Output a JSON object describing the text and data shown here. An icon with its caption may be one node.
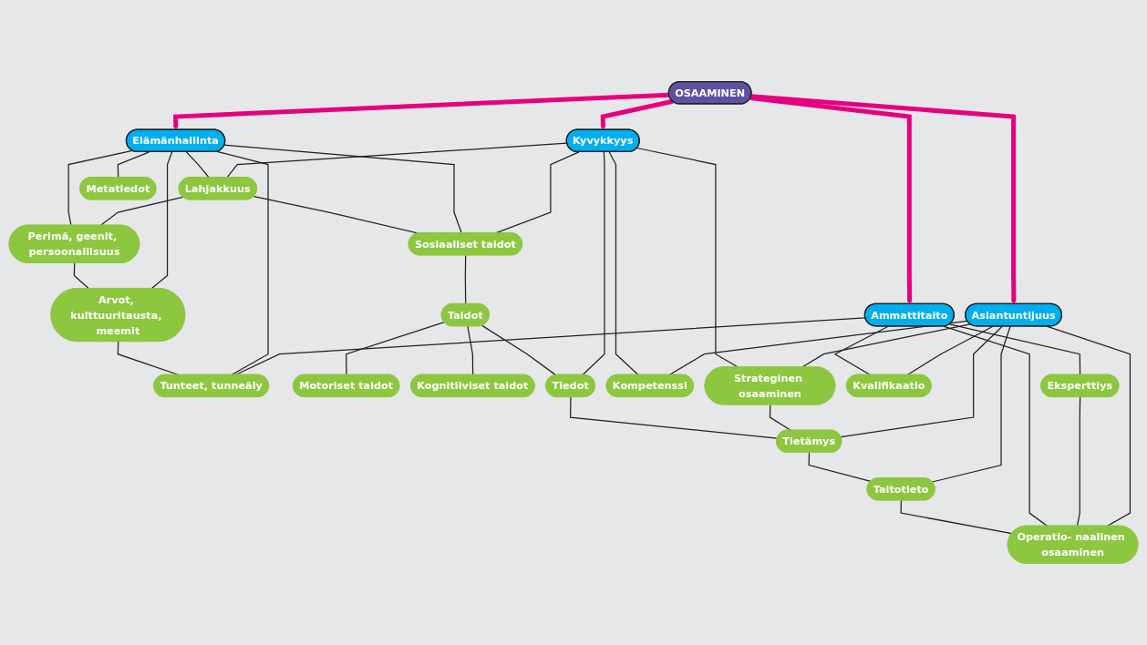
{
  "diagram": {
    "nodes": [
      {
        "text": [
          "OSAAMINEN"
        ]
      },
      {
        "text": [
          "Elämänhallinta"
        ]
      },
      {
        "text": [
          "Kyvykkyys"
        ]
      },
      {
        "text": [
          "Ammattitaito"
        ]
      },
      {
        "text": [
          "Asiantuntijuus"
        ]
      },
      {
        "text": [
          "Perimä, geenit, persoonallisuus"
        ]
      },
      {
        "text": [
          "Arvot, kulttuuritausta, meemit"
        ]
      },
      {
        "text": [
          "Lahjakkuus"
        ]
      },
      {
        "text": [
          "Sosiaaliset taidot"
        ]
      },
      {
        "text": [
          "Metatiedot"
        ]
      },
      {
        "text": [
          "Tunteet, tunneäly"
        ]
      },
      {
        "text": [
          "Taidot"
        ]
      },
      {
        "text": [
          "Motoriset taidot"
        ]
      },
      {
        "text": [
          "Kognitiiviset taidot"
        ]
      },
      {
        "text": [
          "Tiedot"
        ]
      },
      {
        "text": [
          "Kompetenssi"
        ]
      },
      {
        "text": [
          "Strateginen osaaminen"
        ]
      },
      {
        "text": [
          "Kvalifikaatio"
        ]
      },
      {
        "text": [
          "Eksperttiys"
        ]
      },
      {
        "text": [
          "Operatio- naalinen osaaminen"
        ]
      },
      {
        "text": [
          "Tietämys"
        ]
      },
      {
        "text": [
          "Taitotieto"
        ]
      }
    ],
    "edges": [
      {
        "from": 0,
        "to": 1,
        "arrow": "to",
        "style": "thick",
        "color": "#e6007e"
      },
      {
        "from": 0,
        "to": 2,
        "arrow": "to",
        "style": "thick",
        "color": "#e6007e"
      },
      {
        "from": 0,
        "to": 3,
        "arrow": "to",
        "style": "thick",
        "color": "#e6007e"
      },
      {
        "from": 0,
        "to": 4,
        "arrow": "to",
        "style": "thick",
        "color": "#e6007e"
      },
      {
        "from": 5,
        "to": 6,
        "arrow": "none"
      },
      {
        "from": 5,
        "to": 1,
        "arrow": "none"
      },
      {
        "from": 7,
        "to": 5,
        "arrow": "none"
      },
      {
        "from": 7,
        "to": 1,
        "arrow": "none"
      },
      {
        "from": 7,
        "to": 8,
        "arrow": "none"
      },
      {
        "from": 7,
        "to": 2,
        "arrow": "none"
      },
      {
        "from": 8,
        "to": 1,
        "arrow": "none"
      },
      {
        "from": 8,
        "to": 2,
        "arrow": "none"
      },
      {
        "from": 9,
        "to": 1,
        "arrow": "none"
      },
      {
        "from": 6,
        "to": 1,
        "arrow": "none"
      },
      {
        "from": 6,
        "to": 10,
        "arrow": "none"
      },
      {
        "from": 1,
        "to": 10,
        "arrow": "none"
      },
      {
        "from": 10,
        "to": 3,
        "arrow": "none"
      },
      {
        "from": 8,
        "to": 11,
        "arrow": "none"
      },
      {
        "from": 11,
        "to": 12,
        "arrow": "none"
      },
      {
        "from": 11,
        "to": 13,
        "arrow": "none"
      },
      {
        "from": 11,
        "to": 14,
        "arrow": "none"
      },
      {
        "from": 2,
        "to": 14,
        "arrow": "none"
      },
      {
        "from": 2,
        "to": 15,
        "arrow": "none"
      },
      {
        "from": 2,
        "to": 16,
        "arrow": "none"
      },
      {
        "from": 14,
        "to": 20,
        "arrow": "none"
      },
      {
        "from": 15,
        "to": 4,
        "arrow": "none"
      },
      {
        "from": 16,
        "to": 4,
        "arrow": "none"
      },
      {
        "from": 16,
        "to": 20,
        "arrow": "none"
      },
      {
        "from": 20,
        "to": 4,
        "arrow": "none"
      },
      {
        "from": 20,
        "to": 21,
        "arrow": "none"
      },
      {
        "from": 4,
        "to": 21,
        "arrow": "none"
      },
      {
        "from": 21,
        "to": 19,
        "arrow": "none"
      },
      {
        "from": 3,
        "to": 17,
        "arrow": "none"
      },
      {
        "from": 17,
        "to": 4,
        "arrow": "none"
      },
      {
        "from": 3,
        "to": 19,
        "arrow": "none"
      },
      {
        "from": 3,
        "to": 18,
        "arrow": "none"
      },
      {
        "from": 18,
        "to": 19,
        "arrow": "none"
      },
      {
        "from": 4,
        "to": 19,
        "arrow": "none"
      }
    ]
  }
}
